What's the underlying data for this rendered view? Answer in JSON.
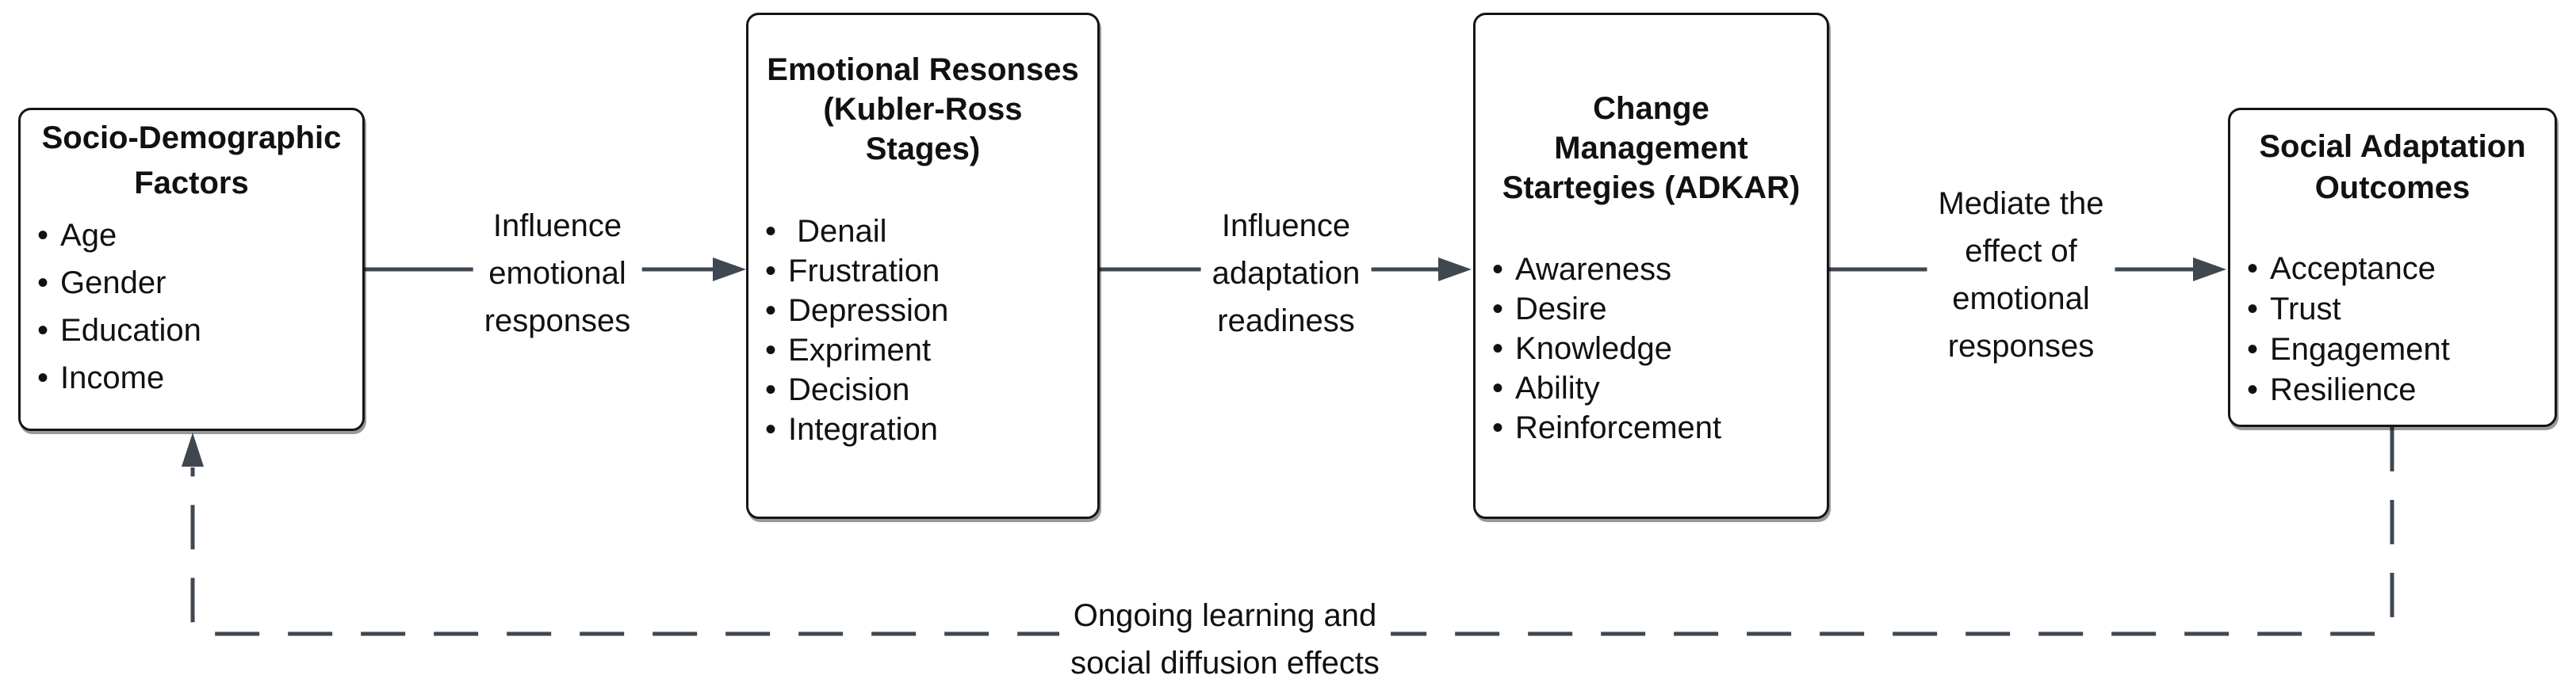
{
  "diagram": {
    "boxes": [
      {
        "id": "socio-demographic-factors",
        "title_lines": [
          "Socio-Demographic",
          "Factors"
        ],
        "items": [
          "Age",
          "Gender",
          "Education",
          "Income"
        ]
      },
      {
        "id": "emotional-responses",
        "title_lines": [
          "Emotional Resonses",
          "(Kubler-Ross",
          "Stages)"
        ],
        "items": [
          " Denail",
          "Frustration",
          "Depression",
          "Expriment",
          "Decision",
          "Integration"
        ]
      },
      {
        "id": "change-management-strategies",
        "title_lines": [
          "Change",
          "Management",
          "Startegies (ADKAR)"
        ],
        "items": [
          "Awareness",
          "Desire",
          "Knowledge",
          "Ability",
          "Reinforcement"
        ]
      },
      {
        "id": "social-adaptation-outcomes",
        "title_lines": [
          "Social Adaptation",
          "Outcomes"
        ],
        "items": [
          "Acceptance",
          "Trust",
          "Engagement",
          "Resilience"
        ]
      }
    ],
    "arrow_labels": [
      {
        "lines": [
          "Influence",
          "emotional",
          "responses"
        ]
      },
      {
        "lines": [
          "Influence",
          "adaptation",
          "readiness"
        ]
      },
      {
        "lines": [
          "Mediate the",
          "effect of",
          "emotional",
          "responses"
        ]
      }
    ],
    "feedback_label_lines": [
      "Ongoing learning and",
      "social diffusion effects"
    ],
    "colors": {
      "arrow_line": "#3f4751",
      "box_border": "#151515",
      "text": "#111111",
      "background": "#ffffff"
    }
  }
}
